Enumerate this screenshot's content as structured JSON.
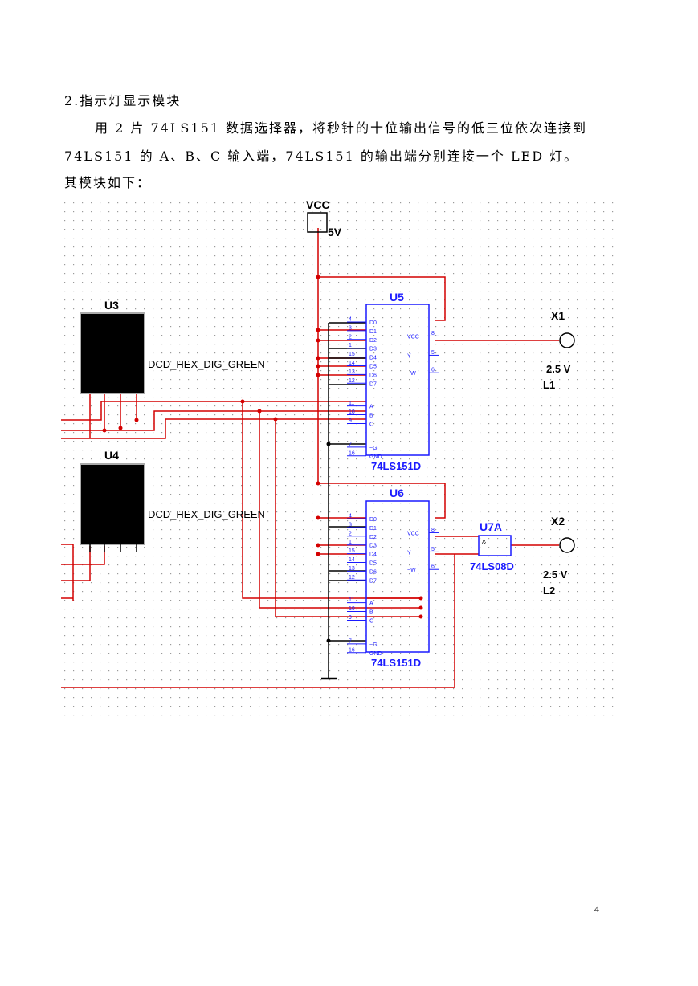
{
  "document": {
    "heading": "2.指示灯显示模块",
    "paragraph_1": "用 2 片 74LS151 数据选择器，将秒针的十位输出信号的低三位依次连接到",
    "paragraph_2": "74LS151 的 A、B、C 输入端，74LS151 的输出端分别连接一个 LED 灯。",
    "caption": "其模块如下：",
    "page_number": "4"
  },
  "schematic": {
    "vcc_label": "VCC",
    "vcc_value": "5V",
    "displays": [
      {
        "ref": "U3",
        "part": "DCD_HEX_DIG_GREEN"
      },
      {
        "ref": "U4",
        "part": "DCD_HEX_DIG_GREEN"
      }
    ],
    "muxes": [
      {
        "ref": "U5",
        "part": "74LS151D"
      },
      {
        "ref": "U6",
        "part": "74LS151D"
      }
    ],
    "and_gate": {
      "ref": "U7A",
      "part": "74LS08D",
      "symbol": "&"
    },
    "probes": [
      {
        "ref": "X1",
        "voltage": "2.5 V",
        "name": "L1"
      },
      {
        "ref": "X2",
        "voltage": "2.5 V",
        "name": "L2"
      }
    ],
    "mux_pins": {
      "left_names": [
        "D0",
        "D1",
        "D2",
        "D3",
        "D4",
        "D5",
        "D6",
        "D7",
        "A",
        "B",
        "C",
        "~G",
        "GND"
      ],
      "left_numbers": [
        "4",
        "3",
        "2",
        "1",
        "15",
        "14",
        "13",
        "12",
        "11",
        "10",
        "9",
        "7",
        "16"
      ],
      "right_names": [
        "VCC",
        "Y",
        "~W"
      ],
      "right_numbers": [
        "8",
        "5",
        "6"
      ]
    },
    "colors": {
      "wire": "#d40000",
      "component": "#1a1aff",
      "grid": "#9a9a9a"
    }
  }
}
